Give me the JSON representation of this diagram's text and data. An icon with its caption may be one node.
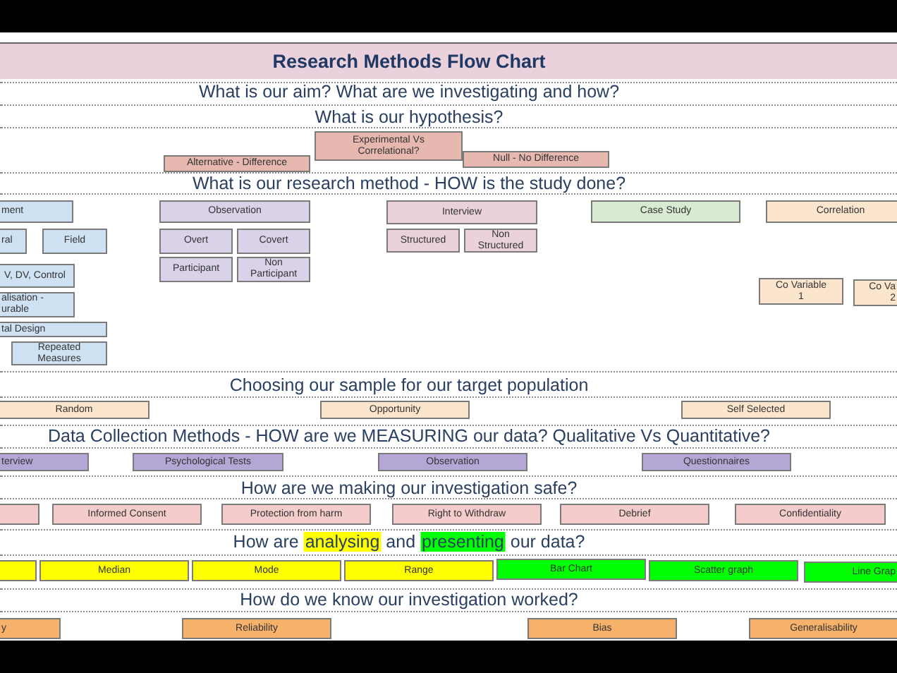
{
  "diagram": {
    "title": "Research Methods Flow Chart",
    "nodes": [
      {
        "text": [
          "Alternative - Difference"
        ]
      },
      {
        "text": [
          "Experimental Vs Correlational?"
        ]
      },
      {
        "text": [
          "Null - No Difference"
        ]
      },
      {
        "text": [
          "ment"
        ]
      },
      {
        "text": [
          "Observation"
        ]
      },
      {
        "text": [
          "Interview"
        ]
      },
      {
        "text": [
          "Case Study"
        ]
      },
      {
        "text": [
          "Correlation"
        ]
      },
      {
        "text": [
          "ral"
        ]
      },
      {
        "text": [
          "Field"
        ]
      },
      {
        "text": [
          "Overt"
        ]
      },
      {
        "text": [
          "Covert"
        ]
      },
      {
        "text": [
          "Structured"
        ]
      },
      {
        "text": [
          "Non Structured"
        ]
      },
      {
        "text": [
          "Participant"
        ]
      },
      {
        "text": [
          "Non Participant"
        ]
      },
      {
        "text": [
          "V, DV, Control"
        ]
      },
      {
        "text": [
          "Co Variable 1"
        ]
      },
      {
        "text": [
          "Co Va 2"
        ]
      },
      {
        "text": [
          "alisation - urable"
        ]
      },
      {
        "text": [
          "tal Design"
        ]
      },
      {
        "text": [
          "Repeated Measures"
        ]
      },
      {
        "text": [
          "Random"
        ]
      },
      {
        "text": [
          "Opportunity"
        ]
      },
      {
        "text": [
          "Self Selected"
        ]
      },
      {
        "text": [
          "terview"
        ]
      },
      {
        "text": [
          "Psychological Tests"
        ]
      },
      {
        "text": [
          "Observation"
        ]
      },
      {
        "text": [
          "Questionnaires"
        ]
      },
      {
        "text": [],
        "shape": "box"
      },
      {
        "text": [
          "Informed Consent"
        ]
      },
      {
        "text": [
          "Protection from harm"
        ]
      },
      {
        "text": [
          "Right to Withdraw"
        ]
      },
      {
        "text": [
          "Debrief"
        ]
      },
      {
        "text": [
          "Confidentiality"
        ]
      },
      {
        "text": [],
        "shape": "box"
      },
      {
        "text": [
          "Median"
        ]
      },
      {
        "text": [
          "Mode"
        ]
      },
      {
        "text": [
          "Range"
        ]
      },
      {
        "text": [
          "Bar Chart"
        ]
      },
      {
        "text": [
          "Scatter graph"
        ]
      },
      {
        "text": [
          "Line Grap"
        ]
      },
      {
        "text": [
          "y"
        ]
      },
      {
        "text": [
          "Reliability"
        ]
      },
      {
        "text": [
          "Bias"
        ]
      },
      {
        "text": [
          "Generalisability"
        ]
      }
    ],
    "edges": [],
    "labels": [
      "What is our aim? What are we investigating and how?",
      "What is our hypothesis?",
      "What is our research method - HOW is the study done?",
      "Choosing our sample for our target population",
      "Data Collection Methods - HOW are we MEASURING our data? Qualitative Vs Quantitative?",
      "How are we making our investigation safe?",
      "How are analysing and presenting our data?",
      "How do we know our investigation worked?"
    ]
  }
}
